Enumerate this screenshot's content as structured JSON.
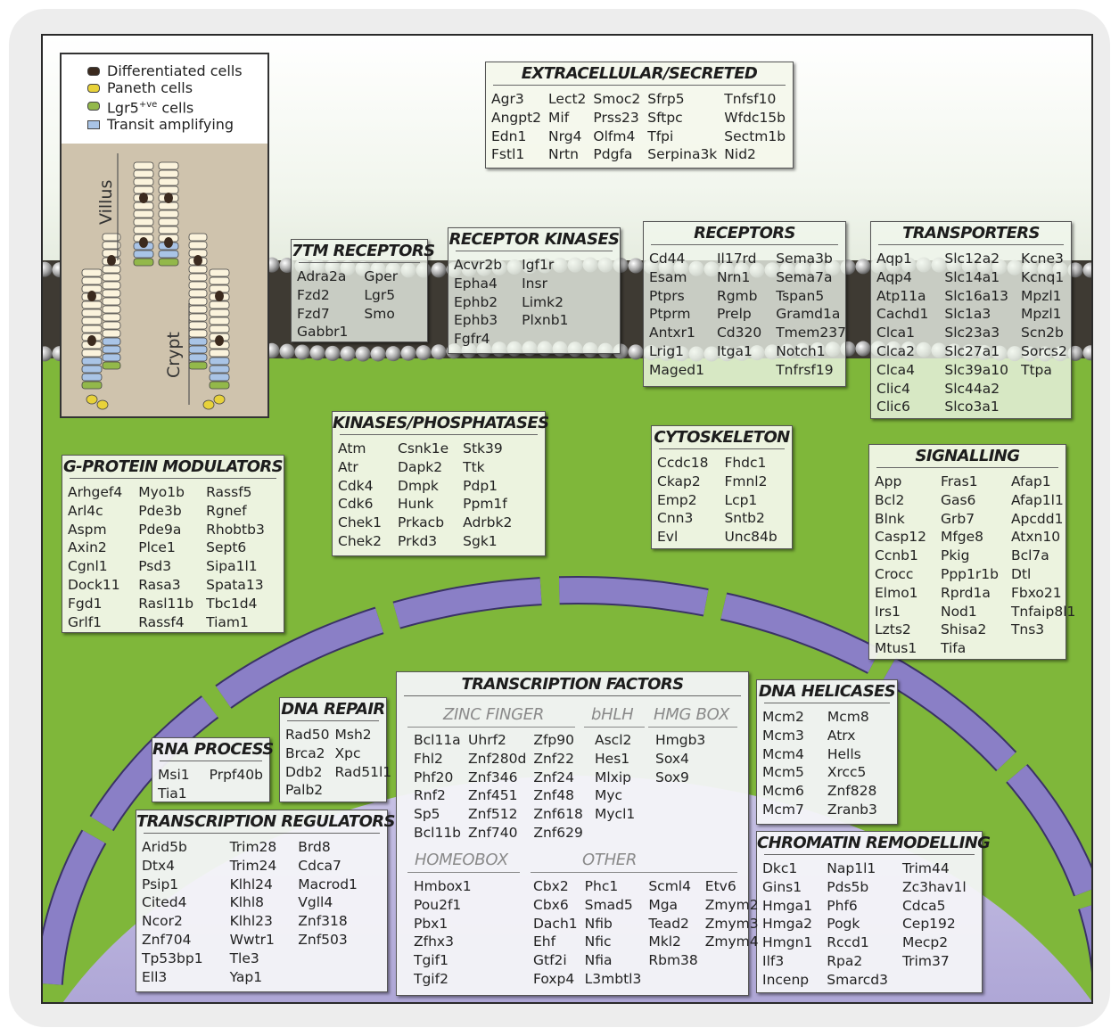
{
  "legend": {
    "items": [
      {
        "label": "Differentiated cells",
        "color": "#3b2a1e"
      },
      {
        "label": "Paneth cells",
        "color": "#e8d23a"
      },
      {
        "label": "Lgr5+ve cells",
        "color": "#93b84a"
      },
      {
        "label": "Transit amplifying",
        "color": "#a9c4e6"
      }
    ],
    "villus_label": "Villus",
    "crypt_label": "Crypt"
  },
  "colors": {
    "cytoplasm": "#7fb73a",
    "extracellular": "#ffffff",
    "nucleus": "#b9b2dc",
    "nuclear_envelope": "#8a7fc6",
    "membrane_bead": "#8c8c8c"
  },
  "boxes": {
    "extracellular": {
      "title": "EXTRACELLULAR/SECRETED",
      "cols": [
        [
          "Agr3",
          "Angpt2",
          "Edn1",
          "Fstl1"
        ],
        [
          "Lect2",
          "Mif",
          "Nrg4",
          "Nrtn"
        ],
        [
          "Smoc2",
          "Prss23",
          "Olfm4",
          "Pdgfa"
        ],
        [
          "Sfrp5",
          "Sftpc",
          "Tfpi",
          "Serpina3k"
        ],
        [
          "Tnfsf10",
          "Wfdc15b",
          "Sectm1b",
          "Nid2"
        ]
      ]
    },
    "tm7": {
      "title": "7TM RECEPTORS",
      "cols": [
        [
          "Adra2a",
          "Fzd2",
          "Fzd7",
          "Gabbr1"
        ],
        [
          "Gper",
          "Lgr5",
          "Smo"
        ]
      ]
    },
    "rk": {
      "title": "RECEPTOR KINASES",
      "cols": [
        [
          "Acvr2b",
          "Epha4",
          "Ephb2",
          "Ephb3",
          "Fgfr4"
        ],
        [
          "Igf1r",
          "Insr",
          "Limk2",
          "Plxnb1"
        ]
      ]
    },
    "receptors": {
      "title": "RECEPTORS",
      "cols": [
        [
          "Cd44",
          "Esam",
          "Ptprs",
          "Ptprm",
          "Antxr1",
          "Lrig1",
          "Maged1"
        ],
        [
          "Il17rd",
          "Nrn1",
          "Rgmb",
          "Prelp",
          "Cd320",
          "Itga1"
        ],
        [
          "Sema3b",
          "Sema7a",
          "Tspan5",
          "Gramd1a",
          "Tmem237",
          "Notch1",
          "Tnfrsf19"
        ]
      ]
    },
    "transporters": {
      "title": "TRANSPORTERS",
      "cols": [
        [
          "Aqp1",
          "Aqp4",
          "Atp11a",
          "Cachd1",
          "Clca1",
          "Clca2",
          "Clca4",
          "Clic4",
          "Clic6"
        ],
        [
          "Slc12a2",
          "Slc14a1",
          "Slc16a13",
          "Slc1a3",
          "Slc23a3",
          "Slc27a1",
          "Slc39a10",
          "Slc44a2",
          "Slco3a1"
        ],
        [
          "Kcne3",
          "Kcnq1",
          "Mpzl1",
          "Mpzl1",
          "Scn2b",
          "Sorcs2",
          "Ttpa"
        ]
      ]
    },
    "kinases": {
      "title": "KINASES/PHOSPHATASES",
      "cols": [
        [
          "Atm",
          "Atr",
          "Cdk4",
          "Cdk6",
          "Chek1",
          "Chek2"
        ],
        [
          "Csnk1e",
          "Dapk2",
          "Dmpk",
          "Hunk",
          "Prkacb",
          "Prkd3"
        ],
        [
          "Stk39",
          "Ttk",
          "Pdp1",
          "Ppm1f",
          "Adrbk2",
          "Sgk1"
        ]
      ]
    },
    "cytoskeleton": {
      "title": "CYTOSKELETON",
      "cols": [
        [
          "Ccdc18",
          "Ckap2",
          "Emp2",
          "Cnn3",
          "Evl"
        ],
        [
          "Fhdc1",
          "Fmnl2",
          "Lcp1",
          "Sntb2",
          "Unc84b"
        ]
      ]
    },
    "gprotein": {
      "title": "G-PROTEIN MODULATORS",
      "cols": [
        [
          "Arhgef4",
          "Arl4c",
          "Aspm",
          "Axin2",
          "Cgnl1",
          "Dock11",
          "Fgd1",
          "Grlf1"
        ],
        [
          "Myo1b",
          "Pde3b",
          "Pde9a",
          "Plce1",
          "Psd3",
          "Rasa3",
          "Rasl11b",
          "Rassf4"
        ],
        [
          "Rassf5",
          "Rgnef",
          "Rhobtb3",
          "Sept6",
          "Sipa1l1",
          "Spata13",
          "Tbc1d4",
          "Tiam1"
        ]
      ]
    },
    "signalling": {
      "title": "SIGNALLING",
      "cols": [
        [
          "App",
          "Bcl2",
          "Blnk",
          "Casp12",
          "Ccnb1",
          "Crocc",
          "Elmo1",
          "Irs1",
          "Lzts2",
          "Mtus1"
        ],
        [
          "Fras1",
          "Gas6",
          "Grb7",
          "Mfge8",
          "Pkig",
          "Ppp1r1b",
          "Rprd1a",
          "Nod1",
          "Shisa2",
          "Tifa"
        ],
        [
          "Afap1",
          "Afap1l1",
          "Apcdd1",
          "Atxn10",
          "Bcl7a",
          "Dtl",
          "Fbxo21",
          "Tnfaip8l1",
          "Tns3"
        ]
      ]
    },
    "dnarepair": {
      "title": "DNA REPAIR",
      "cols": [
        [
          "Rad50",
          "Brca2",
          "Ddb2",
          "Palb2"
        ],
        [
          "Msh2",
          "Xpc",
          "Rad51l1"
        ]
      ]
    },
    "rnaprocess": {
      "title": "RNA PROCESS",
      "cols": [
        [
          "Msi1",
          "Tia1"
        ],
        [
          "Prpf40b"
        ]
      ]
    },
    "tregs": {
      "title": "TRANSCRIPTION REGULATORS",
      "cols": [
        [
          "Arid5b",
          "Dtx4",
          "Psip1",
          "Cited4",
          "Ncor2",
          "Znf704",
          "Tp53bp1",
          "Ell3"
        ],
        [
          "Trim28",
          "Trim24",
          "Klhl24",
          "Klhl8",
          "Klhl23",
          "Wwtr1",
          "Tle3",
          "Yap1"
        ],
        [
          "Brd8",
          "Cdca7",
          "Macrod1",
          "Vgll4",
          "Znf318",
          "Znf503"
        ]
      ]
    },
    "tfactors": {
      "title": "TRANSCRIPTION FACTORS",
      "zinc_finger": {
        "label": "ZINC FINGER",
        "cols": [
          [
            "Bcl11a",
            "Fhl2",
            "Phf20",
            "Rnf2",
            "Sp5",
            "Bcl11b"
          ],
          [
            "Uhrf2",
            "Znf280d",
            "Znf346",
            "Znf451",
            "Znf512",
            "Znf740"
          ],
          [
            "Zfp90",
            "Znf22",
            "Znf24",
            "Znf48",
            "Znf618",
            "Znf629"
          ]
        ]
      },
      "bhlh": {
        "label": "bHLH",
        "cols": [
          [
            "Ascl2",
            "Hes1",
            "Mlxip",
            "Myc",
            "Mycl1"
          ]
        ]
      },
      "hmgbox": {
        "label": "HMG BOX",
        "cols": [
          [
            "Hmgb3",
            "Sox4",
            "Sox9"
          ]
        ]
      },
      "homeobox": {
        "label": "HOMEOBOX",
        "cols": [
          [
            "Hmbox1",
            "Pou2f1",
            "Pbx1",
            "Zfhx3",
            "Tgif1",
            "Tgif2"
          ]
        ]
      },
      "other": {
        "label": "OTHER",
        "cols": [
          [
            "Cbx2",
            "Cbx6",
            "Dach1",
            "Ehf",
            "Gtf2i",
            "Foxp4"
          ],
          [
            "Phc1",
            "Smad5",
            "Nfib",
            "Nfic",
            "Nfia",
            "L3mbtl3"
          ],
          [
            "Scml4",
            "Mga",
            "Tead2",
            "Mkl2",
            "Rbm38"
          ],
          [
            "Etv6",
            "Zmym2",
            "Zmym3",
            "Zmym4"
          ]
        ]
      }
    },
    "helicases": {
      "title": "DNA HELICASES",
      "cols": [
        [
          "Mcm2",
          "Mcm3",
          "Mcm4",
          "Mcm5",
          "Mcm6",
          "Mcm7"
        ],
        [
          "Mcm8",
          "Atrx",
          "Hells",
          "Xrcc5",
          "Znf828",
          "Zranb3"
        ]
      ]
    },
    "chromatin": {
      "title": "CHROMATIN REMODELLING",
      "cols": [
        [
          "Dkc1",
          "Gins1",
          "Hmga1",
          "Hmga2",
          "Hmgn1",
          "Ilf3",
          "Incenp"
        ],
        [
          "Nap1l1",
          "Pds5b",
          "Phf6",
          "Pogk",
          "Rccd1",
          "Rpa2",
          "Smarcd3"
        ],
        [
          "Trim44",
          "Zc3hav1l",
          "Cdca5",
          "Cep192",
          "Mecp2",
          "Trim37"
        ]
      ]
    }
  }
}
